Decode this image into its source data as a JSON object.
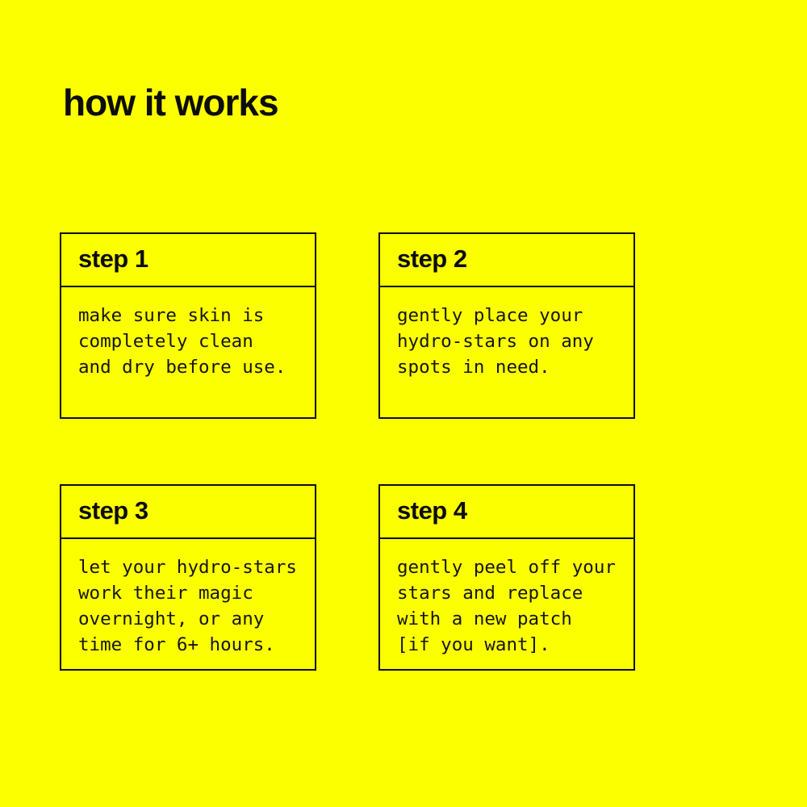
{
  "page": {
    "title": "how it works"
  },
  "colors": {
    "background": "#FCFF00",
    "text": "#0d0d0d",
    "card_border": "#0d0d0d"
  },
  "steps": [
    {
      "label": "step 1",
      "lines": [
        "make sure skin is",
        "completely clean",
        "and dry before use."
      ]
    },
    {
      "label": "step 2",
      "lines": [
        "gently place your",
        "hydro-stars on any",
        "spots in need."
      ]
    },
    {
      "label": "step 3",
      "lines": [
        "let your hydro-stars",
        "work their magic",
        "overnight, or any",
        "time for 6+ hours."
      ]
    },
    {
      "label": "step 4",
      "lines": [
        "gently peel off your",
        "stars and replace",
        "with a new patch",
        "[if you want]."
      ]
    }
  ]
}
